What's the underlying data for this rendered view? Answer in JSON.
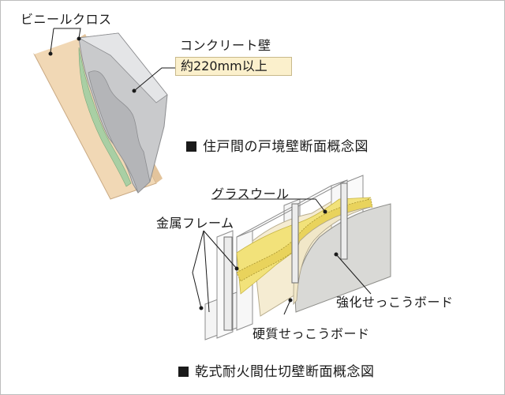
{
  "wall1": {
    "label_vinyl": "ビニールクロス",
    "label_concrete": "コンクリート壁",
    "spec": "約220mm以上",
    "caption": "住戸間の戸境壁断面概念図"
  },
  "wall2": {
    "label_glasswool": "グラスウール",
    "label_frame": "金属フレーム",
    "label_reinforced": "強化せっこうボード",
    "label_hard": "硬質せっこうボード",
    "caption": "乾式耐火間仕切壁断面概念図"
  },
  "colors": {
    "wood_face": "#f1d8b5",
    "concrete": "#c9cacc",
    "green_layer": "#a9cfa4",
    "glasswool": "#f2e27a",
    "gypsum": "#e8e6df",
    "board_cream": "#f5ecd2"
  }
}
